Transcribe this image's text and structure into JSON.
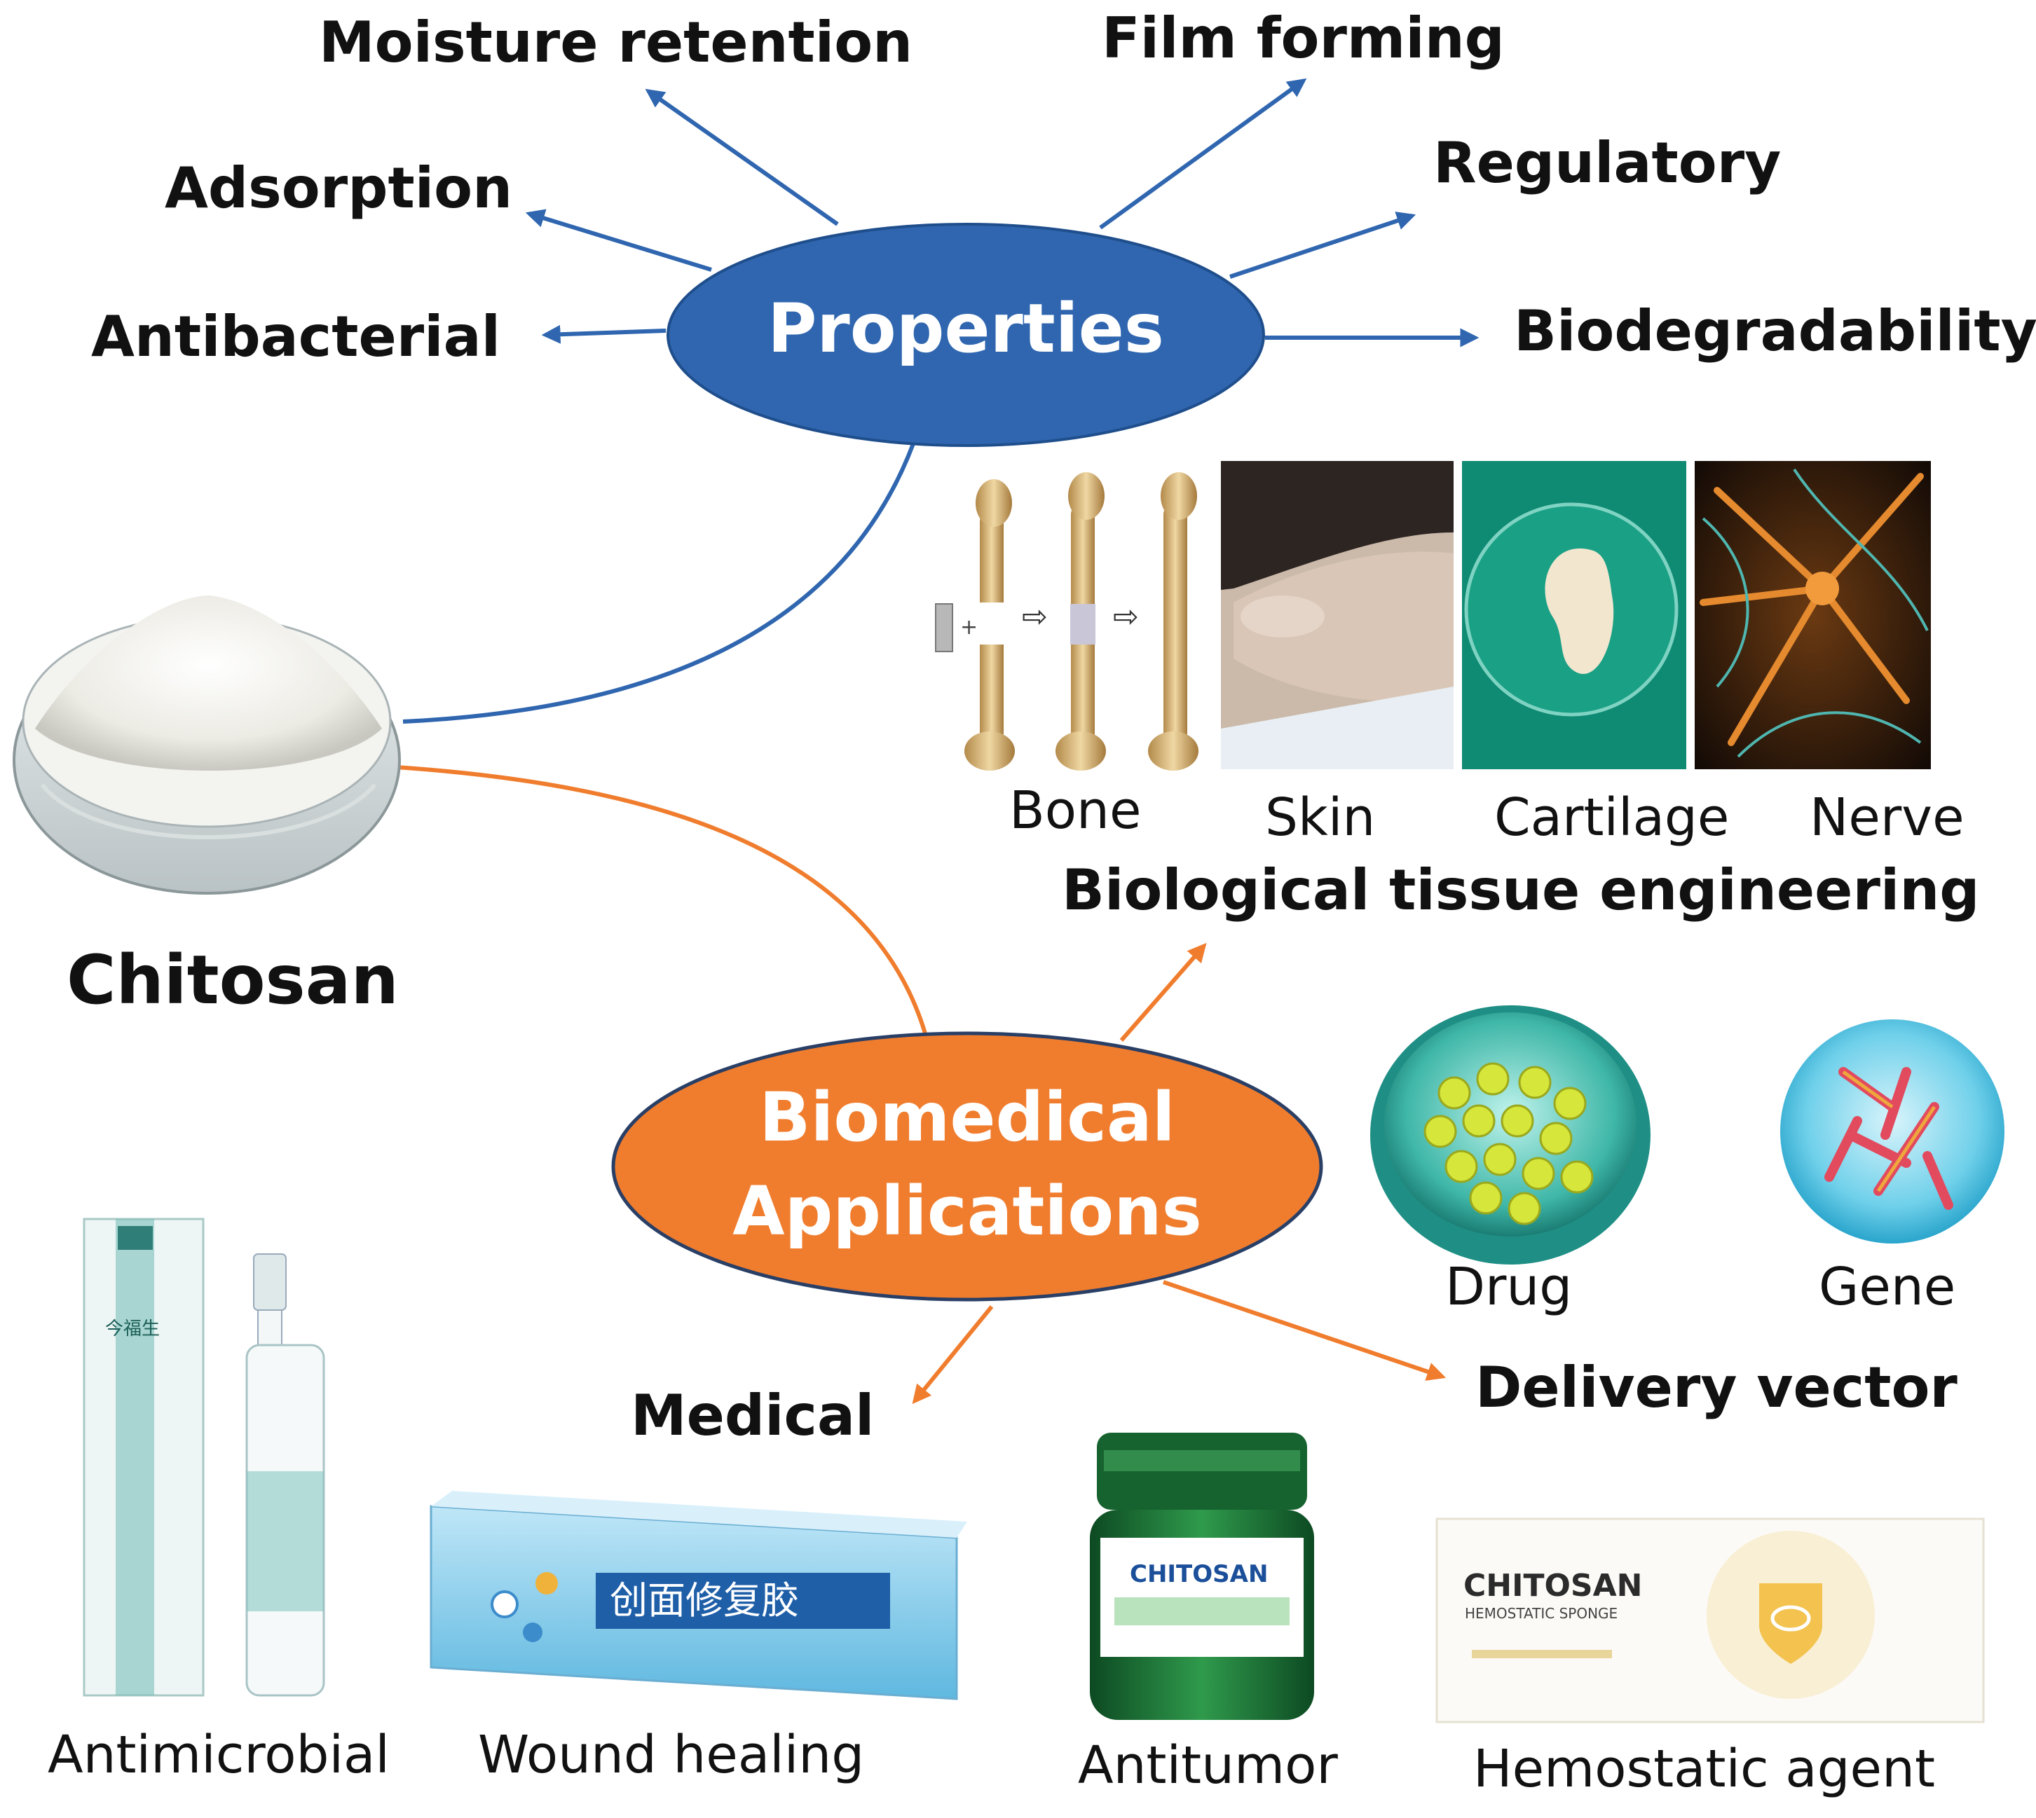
{
  "colors": {
    "blue": "#2F66AF",
    "blue_dark": "#1F4E8C",
    "orange": "#F07D2E",
    "orange_dark": "#2a3f66"
  },
  "hubs": {
    "properties": "Properties",
    "biomedical_line1": "Biomedical",
    "biomedical_line2": "Applications",
    "chitosan": "Chitosan"
  },
  "properties": {
    "moisture_retention": "Moisture retention",
    "film_forming": "Film forming",
    "adsorption": "Adsorption",
    "regulatory": "Regulatory",
    "antibacterial": "Antibacterial",
    "biodegradability": "Biodegradability"
  },
  "tissue": {
    "bone": "Bone",
    "skin": "Skin",
    "cartilage": "Cartilage",
    "nerve": "Nerve",
    "title": "Biological tissue engineering"
  },
  "delivery": {
    "drug": "Drug",
    "gene": "Gene",
    "title": "Delivery vector"
  },
  "medical": {
    "title": "Medical",
    "antimicrobial": "Antimicrobial",
    "wound_healing": "Wound healing",
    "antitumor": "Antitumor",
    "hemostatic_agent": "Hemostatic agent"
  },
  "products": {
    "tube_brand_cn": "创面修复胶",
    "bottle_label": "CHITOSAN",
    "sponge_brand": "CHITOSAN",
    "sponge_sub": "HEMOSTATIC SPONGE",
    "spray_brand_cn": "今福生"
  }
}
